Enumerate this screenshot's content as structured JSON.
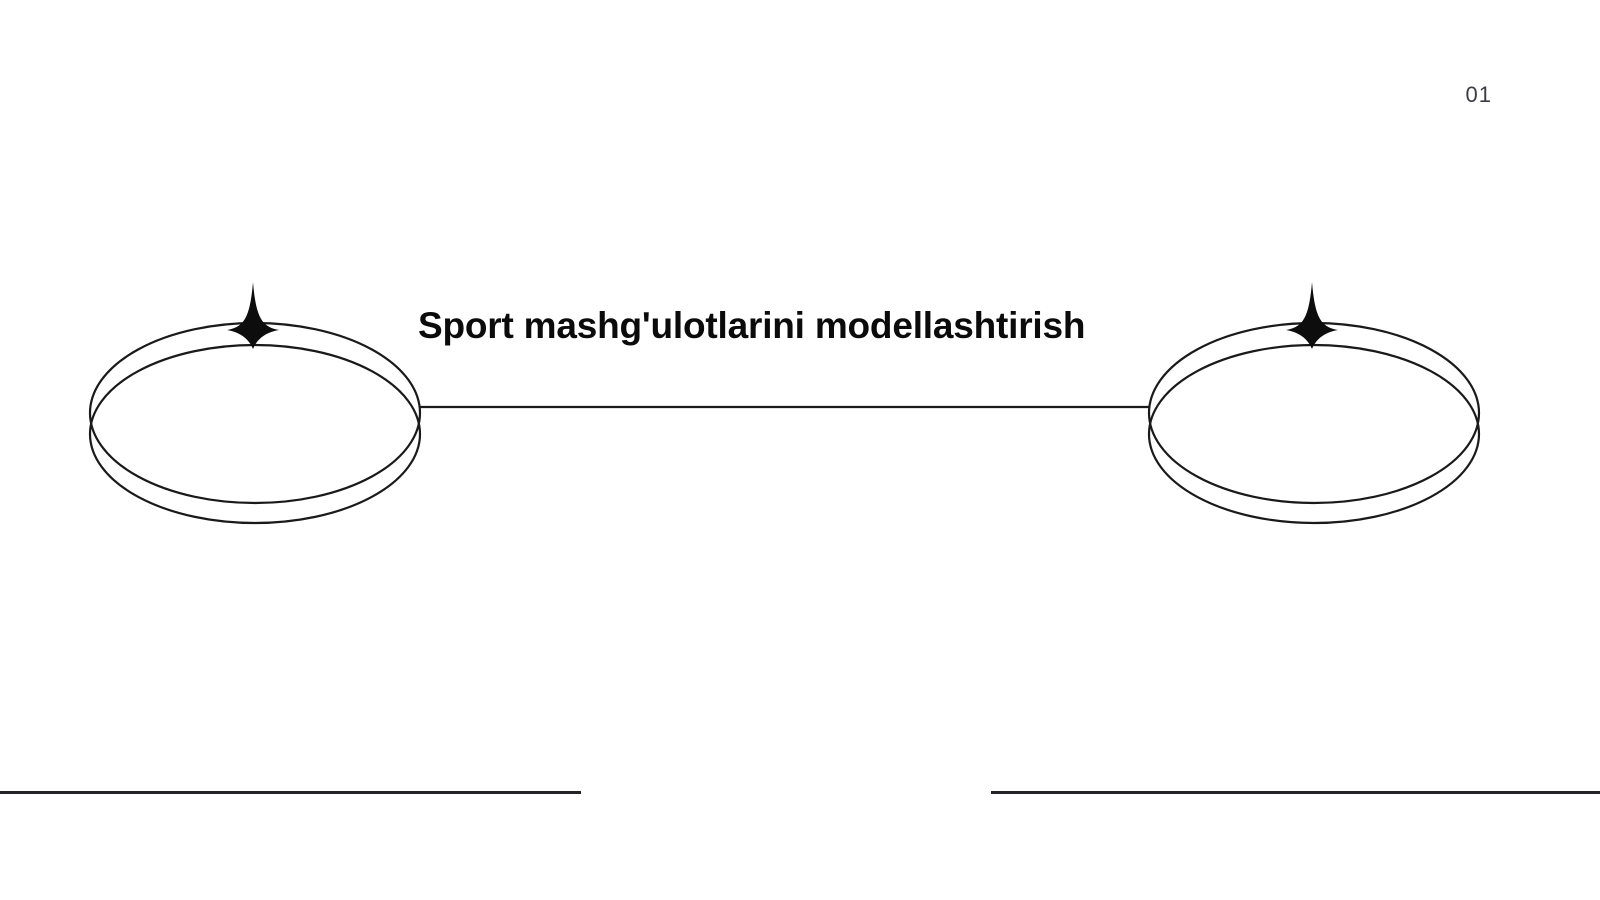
{
  "slide": {
    "page_number": "01",
    "title": "Sport mashg'ulotlarini modellashtirish",
    "background_color": "#ffffff",
    "title_color": "#0b0b0b",
    "page_number_color": "#3c3c46",
    "stroke_color": "#1a1a1a"
  },
  "graphics": {
    "left_disc": {
      "name": "left-ellipse-disc",
      "sparkle": "sparkle-icon"
    },
    "right_disc": {
      "name": "right-ellipse-disc",
      "sparkle": "sparkle-icon"
    },
    "connector": {
      "name": "horizontal-connector-line"
    },
    "rules": [
      {
        "name": "bottom-rule-left"
      },
      {
        "name": "bottom-rule-right"
      }
    ]
  }
}
